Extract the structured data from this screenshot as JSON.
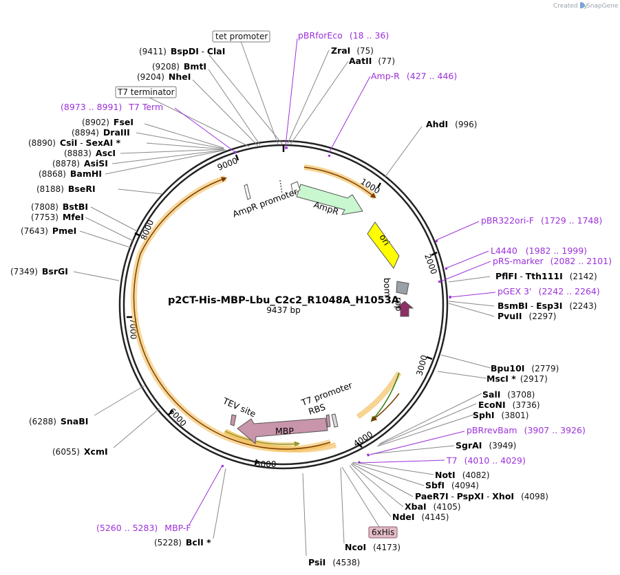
{
  "app": {
    "credit": "Created by",
    "brand": "SnapGene"
  },
  "plasmid": {
    "name": "p2CT-His-MBP-Lbu_C2c2_R1048A_H1053A",
    "size_label": "9437 bp"
  },
  "ticks": [
    "1000",
    "2000",
    "3000",
    "4000",
    "5000",
    "6000",
    "7000",
    "8000",
    "9000"
  ],
  "enzymes_left": [
    {
      "pos": "(9411)",
      "name": "BspDI",
      "sep": " - ",
      "name2": "ClaI"
    },
    {
      "pos": "(9208)",
      "name": "BmtI"
    },
    {
      "pos": "(9204)",
      "name": "NheI"
    },
    {
      "pos": "(8902)",
      "name": "FseI"
    },
    {
      "pos": "(8894)",
      "name": "DraIII"
    },
    {
      "pos": "(8890)",
      "name": "CsiI",
      "sep": " - ",
      "name2": "SexAI *"
    },
    {
      "pos": "(8883)",
      "name": "AscI"
    },
    {
      "pos": "(8878)",
      "name": "AsiSI"
    },
    {
      "pos": "(8868)",
      "name": "BamHI"
    },
    {
      "pos": "(8188)",
      "name": "BseRI"
    },
    {
      "pos": "(7808)",
      "name": "BstBI"
    },
    {
      "pos": "(7753)",
      "name": "MfeI"
    },
    {
      "pos": "(7643)",
      "name": "PmeI"
    },
    {
      "pos": "(7349)",
      "name": "BsrGI"
    },
    {
      "pos": "(6288)",
      "name": "SnaBI"
    },
    {
      "pos": "(6055)",
      "name": "XcmI"
    },
    {
      "pos": "(5228)",
      "name": "BclI *"
    }
  ],
  "enzymes_right": [
    {
      "name": "ZraI",
      "pos": "(75)"
    },
    {
      "name": "AatII",
      "pos": "(77)"
    },
    {
      "name": "AhdI",
      "pos": "(996)"
    },
    {
      "name": "PflFI",
      "sep": " - ",
      "name2": "Tth111I",
      "pos": "(2142)"
    },
    {
      "name": "BsmBI",
      "sep": " - ",
      "name2": "Esp3I",
      "pos": "(2243)"
    },
    {
      "name": "PvuII",
      "pos": "(2297)"
    },
    {
      "name": "Bpu10I",
      "pos": "(2779)"
    },
    {
      "name": "MscI *",
      "pos": "(2917)"
    },
    {
      "name": "SalI",
      "pos": "(3708)"
    },
    {
      "name": "EcoNI",
      "pos": "(3736)"
    },
    {
      "name": "SphI",
      "pos": "(3801)"
    },
    {
      "name": "SgrAI",
      "pos": "(3949)"
    },
    {
      "name": "NotI",
      "pos": "(4082)"
    },
    {
      "name": "SbfI",
      "pos": "(4094)"
    },
    {
      "name": "PaeR7I",
      "sep": " - ",
      "name2": "PspXI",
      "sep2": " - ",
      "name3": "XhoI",
      "pos": "(4098)"
    },
    {
      "name": "XbaI",
      "pos": "(4105)"
    },
    {
      "name": "NdeI",
      "pos": "(4145)"
    },
    {
      "name": "NcoI",
      "pos": "(4173)"
    },
    {
      "name": "PsiI",
      "pos": "(4538)"
    }
  ],
  "primers": [
    {
      "name": "pBRforEco",
      "range": "(18 .. 36)"
    },
    {
      "name": "Amp-R",
      "range": "(427 .. 446)"
    },
    {
      "name": "pBR322ori-F",
      "range": "(1729 .. 1748)"
    },
    {
      "name": "L4440",
      "range": "(1982 .. 1999)"
    },
    {
      "name": "pRS-marker",
      "range": "(2082 .. 2101)"
    },
    {
      "name": "pGEX 3'",
      "range": "(2242 .. 2264)"
    },
    {
      "name": "pBRrevBam",
      "range": "(3907 .. 3926)"
    },
    {
      "name": "T7",
      "range": "(4010 .. 4029)"
    },
    {
      "name": "MBP-F",
      "range": "(5260 .. 5283)"
    },
    {
      "name": "T7 Term",
      "range": "(8973 .. 8991)"
    }
  ],
  "boxed_labels": {
    "tet_promoter": "tet promoter",
    "t7_terminator": "T7 terminator",
    "his_tag": "6xHis"
  },
  "features": {
    "ampr_promoter": "AmpR promoter",
    "ampr": "AmpR",
    "ori": "ori",
    "bom": "bom",
    "rop": "rop",
    "t7_promoter": "T7 promoter",
    "rbs": "RBS",
    "tev_site": "TEV site",
    "mbp": "MBP"
  },
  "colors": {
    "primer": "#9b30d9",
    "ampr": "#c9f7cf",
    "ori": "#ffff00",
    "mbp": "#c995aa",
    "rop": "#8b2f64",
    "bom": "#9aa0a8",
    "orf_outline": "#f2b84b",
    "orf_inner": "#2f7d12"
  }
}
